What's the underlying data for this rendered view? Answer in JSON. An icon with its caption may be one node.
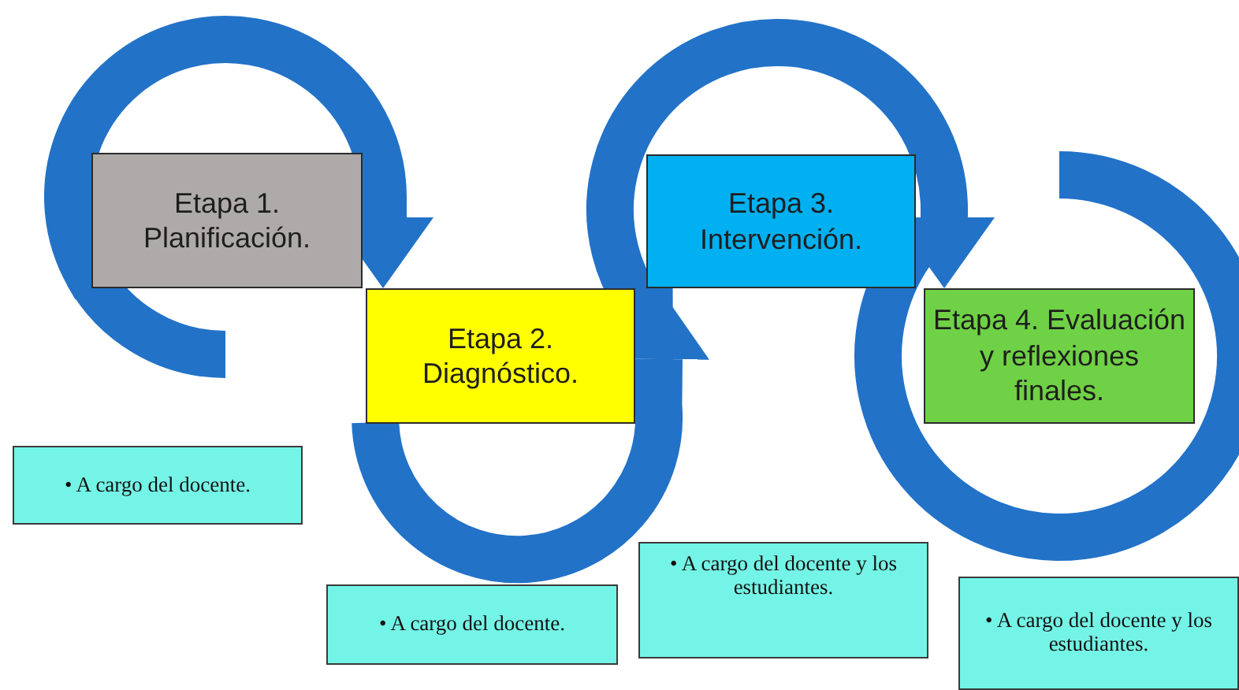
{
  "diagram": {
    "nodes": [
      {
        "text": [
          "Etapa 1. Planificación."
        ]
      },
      {
        "text": [
          "Etapa 2. Diagnóstico."
        ]
      },
      {
        "text": [
          "Etapa 3. Intervención."
        ]
      },
      {
        "text": [
          "Etapa 4. Evaluación y reflexiones finales."
        ]
      },
      {
        "text": [
          "• A cargo del docente."
        ]
      },
      {
        "text": [
          "• A cargo del docente."
        ]
      },
      {
        "text": [
          "• A cargo del docente y los estudiantes."
        ]
      },
      {
        "text": [
          "• A cargo del docente y los estudiantes."
        ]
      }
    ],
    "edges": [
      {
        "from": 0,
        "to": 1,
        "arrow": "to"
      },
      {
        "from": 1,
        "to": 2,
        "arrow": "to"
      },
      {
        "from": 2,
        "to": 3,
        "arrow": "to"
      }
    ]
  }
}
